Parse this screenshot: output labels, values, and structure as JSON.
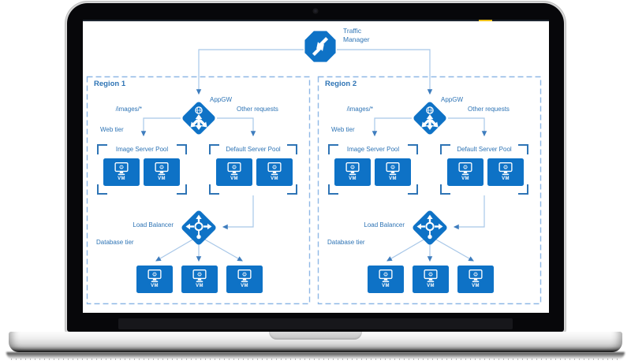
{
  "device": {
    "type": "laptop-mockup"
  },
  "diagram": {
    "traffic_manager": "Traffic Manager",
    "regions": [
      {
        "label": "Region 1"
      },
      {
        "label": "Region 2"
      }
    ],
    "labels": {
      "appgw": "AppGW",
      "images_route": "/images/*",
      "other_route": "Other requests",
      "web_tier": "Web tier",
      "image_pool": "Image Server Pool",
      "default_pool": "Default Server Pool",
      "load_balancer": "Load Balancer",
      "db_tier": "Database tier",
      "vm": "VM"
    },
    "colors": {
      "azure_blue": "#0e72c6",
      "label_blue": "#2e74b5",
      "line_blue": "#a8c7e8",
      "arrowhead_blue": "#3e7dbe",
      "region_dash_blue": "#8fb8e6"
    }
  }
}
